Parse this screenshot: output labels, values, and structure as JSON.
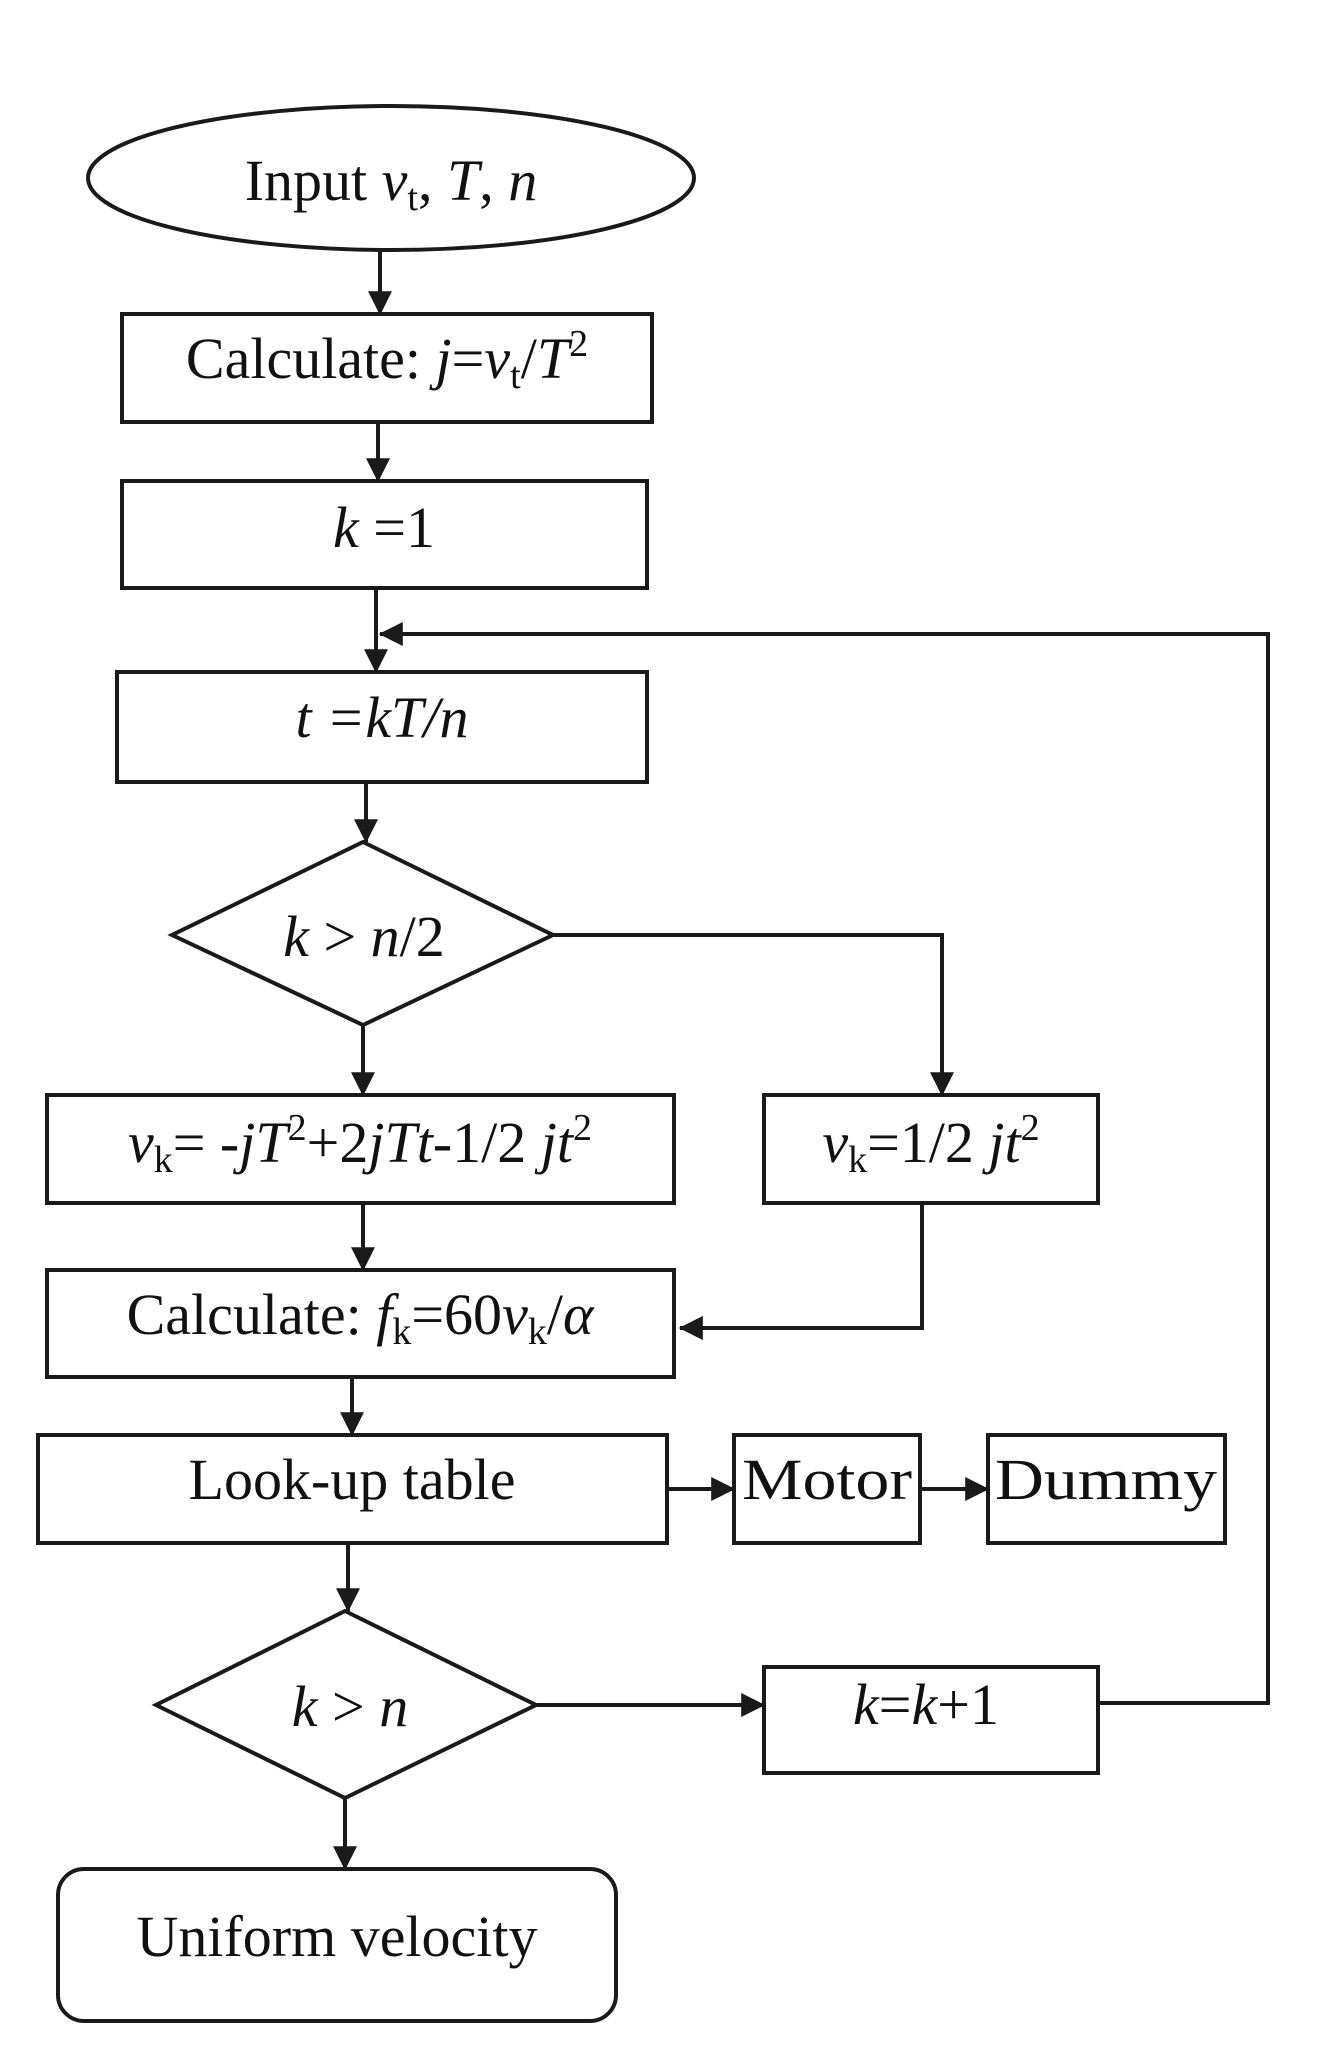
{
  "nodes": {
    "input": {
      "prefix": "Input ",
      "v": "v",
      "v_sub": "t",
      "sep1": ", ",
      "T": "T",
      "sep2": ", ",
      "n": "n"
    },
    "calc_j": {
      "prefix": "Calculate: ",
      "j": "j",
      "eq": "=",
      "v": "v",
      "v_sub": "t",
      "slash": "/",
      "T": "T",
      "exp": "2"
    },
    "k_init": {
      "k": "k",
      "rest": " =1"
    },
    "t_calc": {
      "t": "t",
      "eq": " =",
      "kT": "kT",
      "slash": "/",
      "n": "n"
    },
    "cond_half": {
      "k": "k",
      "op": " > ",
      "n": "n",
      "rest": "/2"
    },
    "vk_decel": {
      "v": "v",
      "sub": "k",
      "eq": "= -",
      "j1": "jT",
      "exp1": "2",
      "mid": "+2",
      "j2": "jTt",
      "mid2": "-1/2 ",
      "j3": "jt",
      "exp2": "2"
    },
    "vk_accel": {
      "v": "v",
      "sub": "k",
      "eq": "=1/2 ",
      "j": "jt",
      "exp": "2"
    },
    "calc_f": {
      "prefix": "Calculate: ",
      "f": "f",
      "sub": "k",
      "eq": "=60",
      "v": "v",
      "sub2": "k",
      "slash": "/",
      "alpha": "α"
    },
    "lookup": {
      "label": "Look-up table"
    },
    "motor": {
      "label": "Motor"
    },
    "dummy": {
      "label": "Dummy"
    },
    "cond_end": {
      "k": "k",
      "op": " > ",
      "n": "n"
    },
    "increment": {
      "k1": "k",
      "eq": "=",
      "k2": "k",
      "rest": "+1"
    },
    "end": {
      "label": "Uniform velocity"
    }
  },
  "edges": [
    [
      "input",
      "calc_j"
    ],
    [
      "calc_j",
      "k_init"
    ],
    [
      "k_init",
      "t_calc"
    ],
    [
      "t_calc",
      "cond_half"
    ],
    [
      "cond_half",
      "vk_decel"
    ],
    [
      "cond_half",
      "vk_accel"
    ],
    [
      "vk_decel",
      "calc_f"
    ],
    [
      "vk_accel",
      "calc_f"
    ],
    [
      "calc_f",
      "lookup"
    ],
    [
      "lookup",
      "motor"
    ],
    [
      "motor",
      "dummy"
    ],
    [
      "lookup",
      "cond_end"
    ],
    [
      "cond_end",
      "increment"
    ],
    [
      "increment",
      "t_calc"
    ],
    [
      "cond_end",
      "end"
    ]
  ],
  "colors": {
    "stroke": "#1a1a1a",
    "text": "#111111",
    "background": "#ffffff"
  }
}
